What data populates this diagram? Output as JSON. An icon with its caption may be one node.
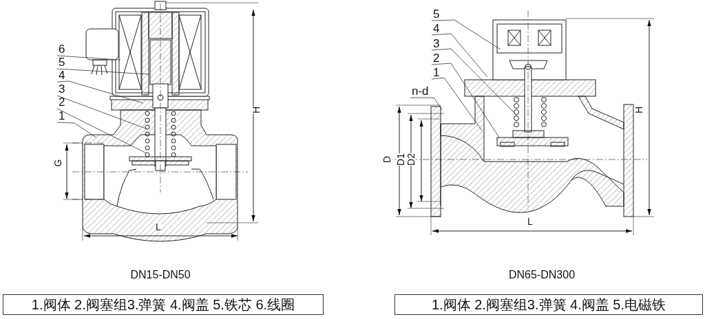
{
  "diagram": {
    "nodes": [
      {
        "text": [
          "6"
        ]
      },
      {
        "text": [
          "5"
        ]
      },
      {
        "text": [
          "4"
        ]
      },
      {
        "text": [
          "3"
        ]
      },
      {
        "text": [
          "2"
        ]
      },
      {
        "text": [
          "1"
        ]
      },
      {
        "text": [
          "5"
        ]
      },
      {
        "text": [
          "4"
        ]
      },
      {
        "text": [
          "3"
        ]
      },
      {
        "text": [
          "2"
        ]
      },
      {
        "text": [
          "1"
        ]
      },
      {
        "text": [
          "n-d"
        ]
      },
      {
        "text": [
          "1.阀体 2.阀塞组3.弹簧 4.阀盖 5.铁芯 6.线圈"
        ]
      },
      {
        "text": [
          "1.阀体 2.阀塞组3.弹簧 4.阀盖 5.电磁铁"
        ]
      }
    ],
    "edges": [
      {
        "from": 0,
        "to": null,
        "arrow": "none"
      },
      {
        "from": 1,
        "to": null,
        "arrow": "none"
      },
      {
        "from": 2,
        "to": null,
        "arrow": "none"
      },
      {
        "from": 3,
        "to": null,
        "arrow": "none"
      },
      {
        "from": 4,
        "to": null,
        "arrow": "none"
      },
      {
        "from": 5,
        "to": null,
        "arrow": "none"
      },
      {
        "from": 6,
        "to": null,
        "arrow": "none"
      },
      {
        "from": 7,
        "to": null,
        "arrow": "none"
      },
      {
        "from": 8,
        "to": null,
        "arrow": "none"
      },
      {
        "from": 9,
        "to": null,
        "arrow": "none"
      },
      {
        "from": 10,
        "to": null,
        "arrow": "none"
      },
      {
        "from": 11,
        "to": null,
        "arrow": "none"
      }
    ],
    "labels": [
      "H",
      "G",
      "L",
      "H",
      "D",
      "D1",
      "D2",
      "L",
      "DN15-DN50",
      "DN65-DN300"
    ]
  }
}
